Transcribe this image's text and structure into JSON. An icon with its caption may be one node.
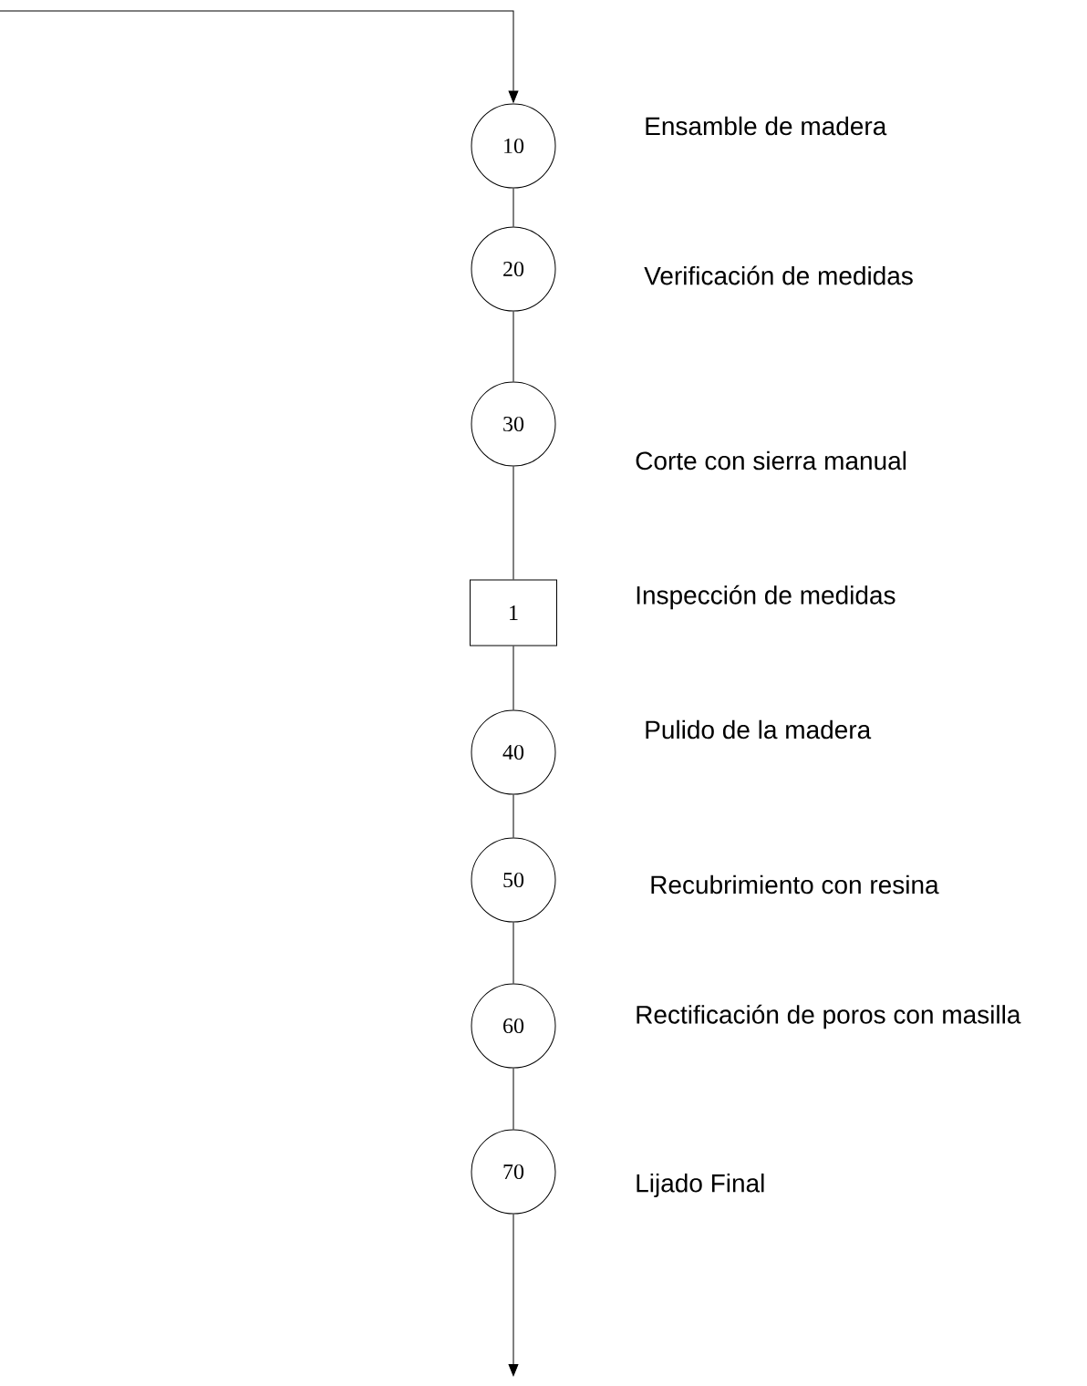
{
  "diagram": {
    "nodes": [
      {
        "text": [
          "10"
        ],
        "beside": [
          "Ensamble de madera"
        ]
      },
      {
        "text": [
          "20"
        ],
        "beside": [
          "Verificación de medidas"
        ]
      },
      {
        "text": [
          "30"
        ],
        "beside": [
          "Corte con sierra manual"
        ]
      },
      {
        "text": [
          "1"
        ],
        "beside": [
          "Inspección de medidas"
        ]
      },
      {
        "text": [
          "40"
        ],
        "beside": [
          "Pulido de la madera"
        ]
      },
      {
        "text": [
          "50"
        ],
        "beside": [
          "Recubrimiento con resina"
        ]
      },
      {
        "text": [
          "60"
        ],
        "beside": [
          "Rectificación de poros con masilla"
        ]
      },
      {
        "text": [
          "70"
        ],
        "beside": [
          "Lijado Final"
        ]
      }
    ],
    "edges": [
      {
        "from": null,
        "to": 0,
        "arrow": "to"
      },
      {
        "from": 0,
        "to": 1,
        "arrow": "none"
      },
      {
        "from": 1,
        "to": 2,
        "arrow": "none"
      },
      {
        "from": 2,
        "to": 3,
        "arrow": "none"
      },
      {
        "from": 3,
        "to": 4,
        "arrow": "none"
      },
      {
        "from": 4,
        "to": 5,
        "arrow": "none"
      },
      {
        "from": 5,
        "to": 6,
        "arrow": "none"
      },
      {
        "from": 6,
        "to": 7,
        "arrow": "none"
      },
      {
        "from": 7,
        "to": null,
        "arrow": "to"
      }
    ]
  }
}
